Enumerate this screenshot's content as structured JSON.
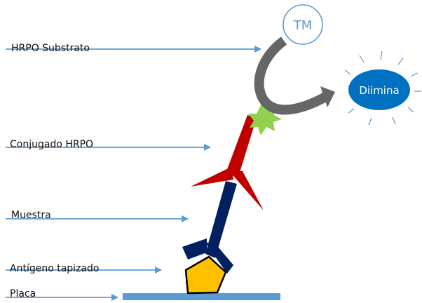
{
  "labels": {
    "substrate": "HRPO Substrato",
    "conjugate": "Conjugado HRPO",
    "sample": "Muestra",
    "antigen": "Antígeno tapizado",
    "plate": "Placa"
  },
  "nodes": {
    "tm": "TM",
    "diimina": "Diimina"
  },
  "colors": {
    "pointer_arrow": "#5b9bd5",
    "plate": "#5b9bd5",
    "conjugate_antibody": "#c00000",
    "sample_antibody": "#002060",
    "antigen": "#ffc000",
    "enzyme_star": "#92d050",
    "reaction_arrow": "#666666",
    "diimina_fill": "#0070c0",
    "tm_stroke": "#5b9bd5"
  }
}
